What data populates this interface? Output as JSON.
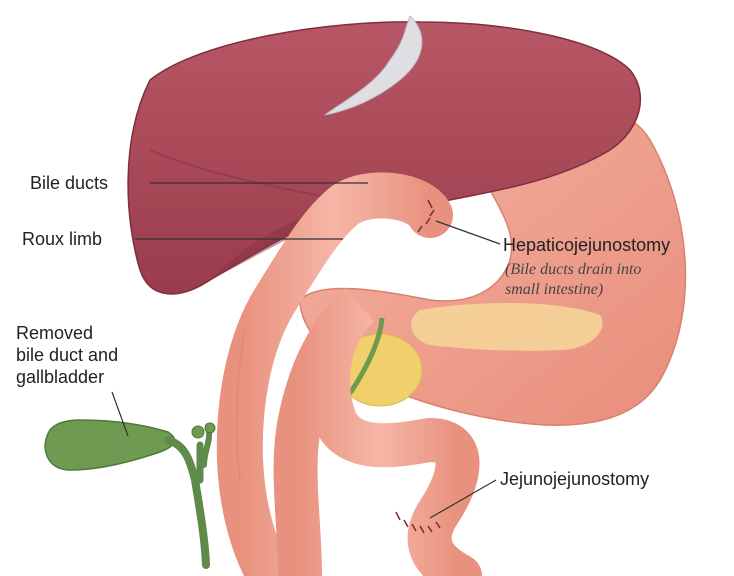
{
  "labels": {
    "bile_ducts": "Bile ducts",
    "roux_limb": "Roux limb",
    "hepaticojejunostomy": "Hepaticojejunostomy",
    "hepaticojejunostomy_note_line1": "(Bile ducts drain into",
    "hepaticojejunostomy_note_line2": "small intestine)",
    "removed_line1": "Removed",
    "removed_line2": "bile duct and",
    "removed_line3": "gallbladder",
    "jejunojejunostomy": "Jejunojejunostomy"
  },
  "colors": {
    "liver": "#b04a5a",
    "liver_dark": "#8e3444",
    "stomach": "#efa08e",
    "intestine": "#f2a999",
    "pancreas": "#f4d27a",
    "bile_green": "#5e8a4a",
    "ligament": "#d9d9de"
  }
}
